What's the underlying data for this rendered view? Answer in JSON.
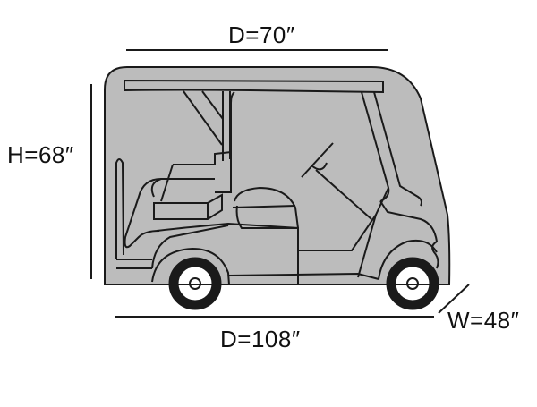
{
  "diagram": {
    "subject": "Golf cart cover dimensions",
    "cover_color": "#bcbcbc",
    "line_color": "#1a1a1a",
    "dimensions": {
      "top_depth": {
        "label": "D=70″",
        "value": 70,
        "unit": "inches"
      },
      "height": {
        "label": "H=68″",
        "value": 68,
        "unit": "inches"
      },
      "bottom_depth": {
        "label": "D=108″",
        "value": 108,
        "unit": "inches"
      },
      "width": {
        "label": "W=48″",
        "value": 48,
        "unit": "inches"
      }
    }
  }
}
